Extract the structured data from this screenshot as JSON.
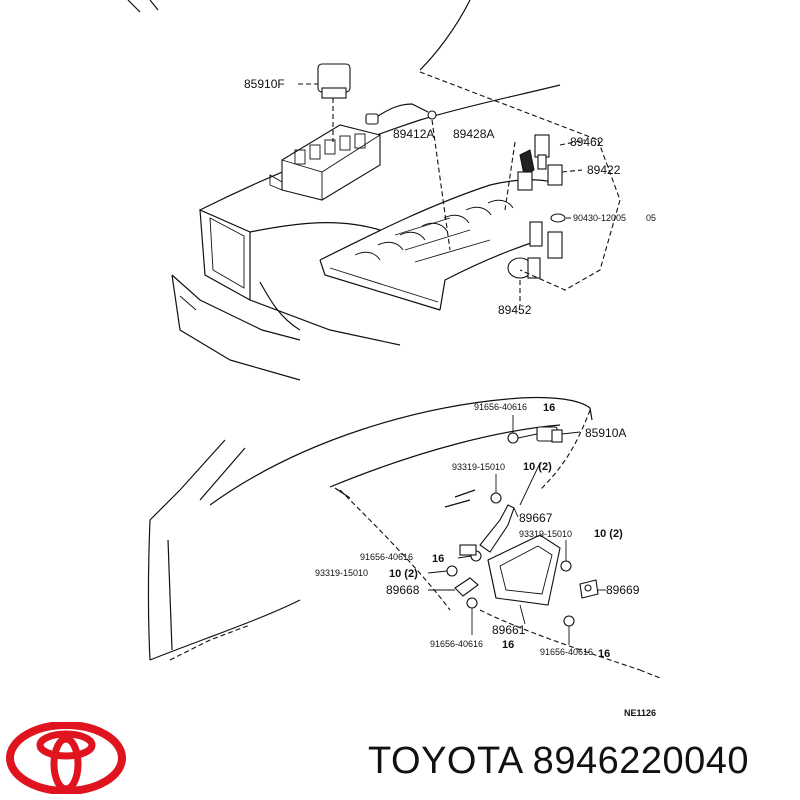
{
  "top_diagram": {
    "labels": {
      "relay": "85910F",
      "sensor_harness": "89412A",
      "knock_sensor": "89428A",
      "temp_sensor": "89462",
      "sensor_b": "89422",
      "gasket": "90430-12005",
      "gasket_suffix": "05",
      "throttle_sensor": "89452"
    }
  },
  "bottom_diagram": {
    "labels": {
      "bolt_top": "91656-40616",
      "qty_bolt_top": "16",
      "relay": "85910A",
      "screw_a": "93319-15010",
      "qty_screw_a": "10 (2)",
      "bracket_a": "89667",
      "screw_b": "93319-15010",
      "qty_screw_b": "10 (2)",
      "bolt_left": "91656-40616",
      "qty_bolt_left": "16",
      "screw_left": "93319-15010",
      "qty_screw_left": "10 (2)",
      "bracket_left": "89668",
      "bracket_right": "89669",
      "ecu": "89661",
      "bolt_bottom_left": "91656-40616",
      "qty_bottom_left": "16",
      "bolt_bottom_right": "91656-40616",
      "qty_bottom_right": "16"
    },
    "drawing_code": "NE1126"
  },
  "brand": {
    "name_and_part": "TOYOTA 8946220040"
  },
  "logo": {
    "icon": "toyota-logo-icon",
    "color": "#e0141e"
  }
}
